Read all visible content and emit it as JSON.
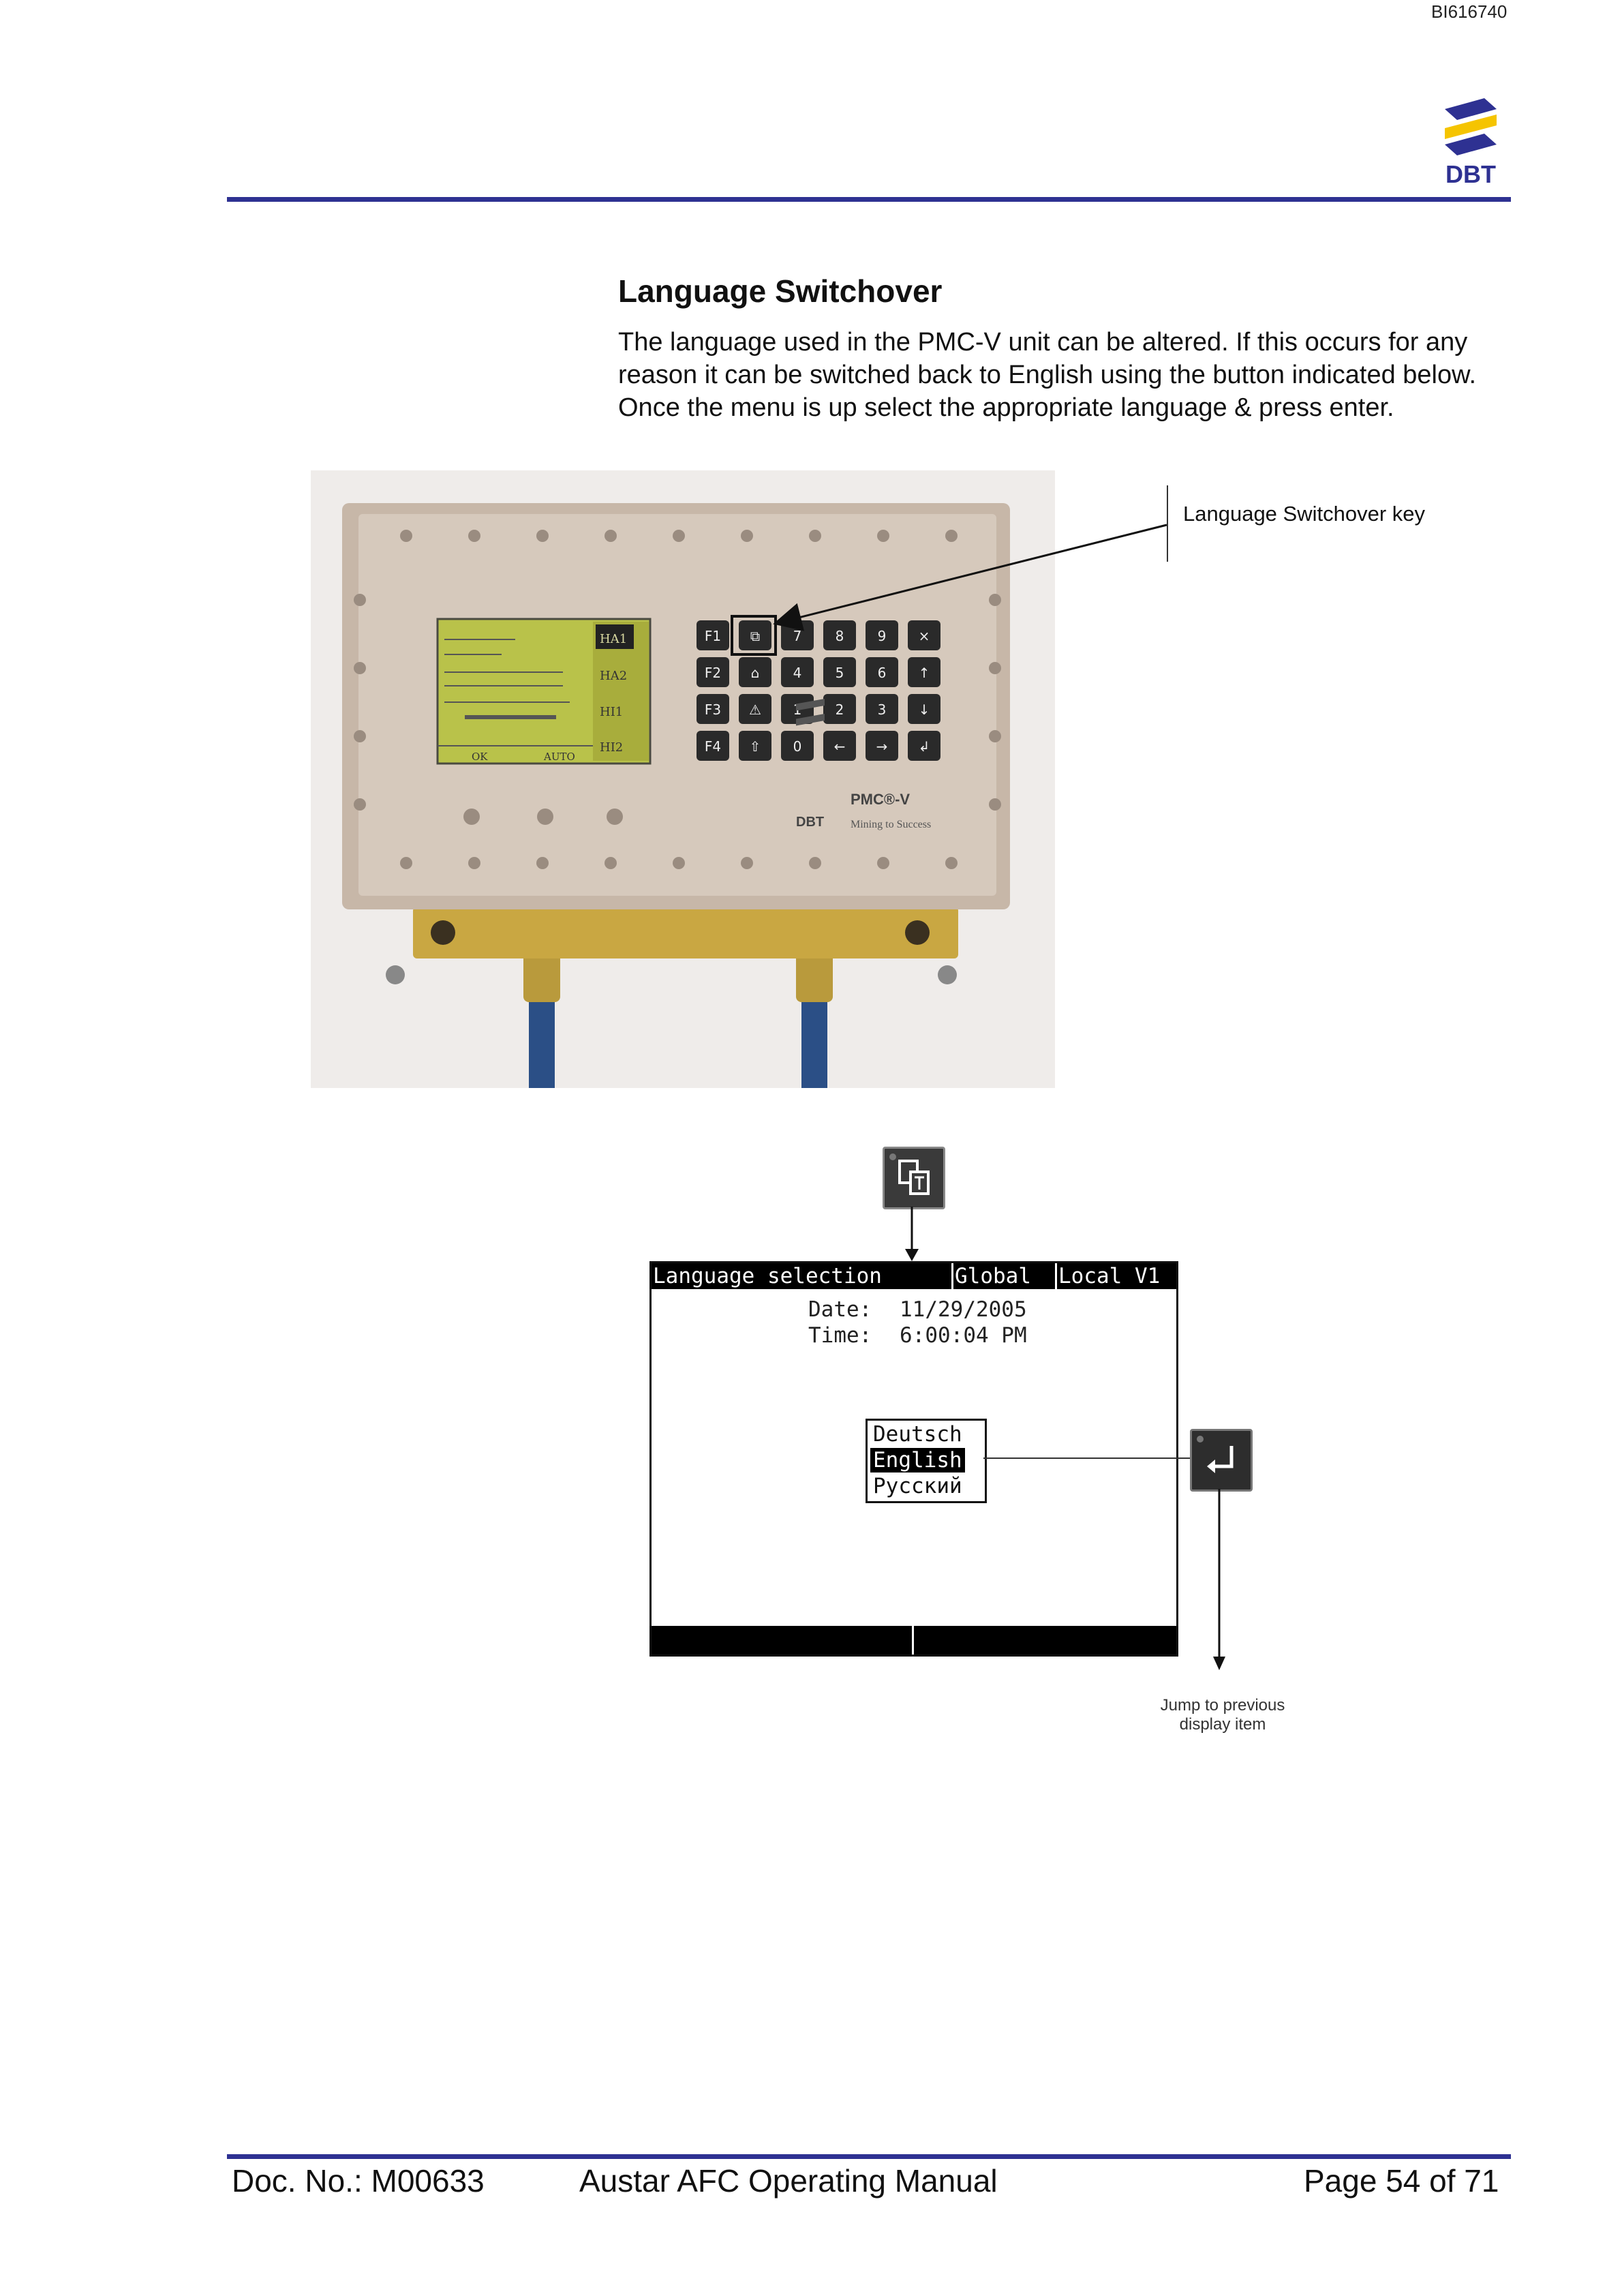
{
  "header": {
    "doc_code": "BI616740",
    "logo_text": "DBT"
  },
  "section": {
    "heading": "Language Switchover",
    "body": "The language used in the PMC-V unit can be altered.  If this occurs for any reason it can be switched back to English using the button indicated below.  Once the menu is up select the appropriate language & press enter."
  },
  "photo": {
    "callout": "Language Switchover key",
    "device": {
      "screen_tabs": [
        "HA1",
        "HA2",
        "HI1",
        "HI2"
      ],
      "screen_buttons": [
        "OK",
        "AUTO"
      ],
      "keypad": [
        [
          "F1",
          "lang",
          "7",
          "8",
          "9",
          "×"
        ],
        [
          "F2",
          "home",
          "4",
          "5",
          "6",
          "↑"
        ],
        [
          "F3",
          "warn",
          "1",
          "2",
          "3",
          "↓"
        ],
        [
          "F4",
          "⇧",
          "0",
          "←",
          "→",
          "↲"
        ]
      ],
      "brand": "DBT",
      "model": "PMC®-V",
      "slogan": "Mining to Success"
    }
  },
  "lcd": {
    "title": "Language selection",
    "tab_global": "Global",
    "tab_local": "Local V1",
    "date_label": "Date:",
    "date_value": "11/29/2005",
    "time_label": "Time:",
    "time_value": "6:00:04 PM",
    "options": [
      "Deutsch",
      "English",
      "Русский"
    ],
    "selected": "English"
  },
  "jump_note": "Jump to previous display item",
  "footer": {
    "doc_no": "Doc. No.: M00633",
    "title": "Austar AFC Operating Manual",
    "page": "Page 54 of 71"
  },
  "colors": {
    "rule": "#2e3192",
    "logo_blue": "#2e3192",
    "logo_yellow": "#f5c400"
  }
}
